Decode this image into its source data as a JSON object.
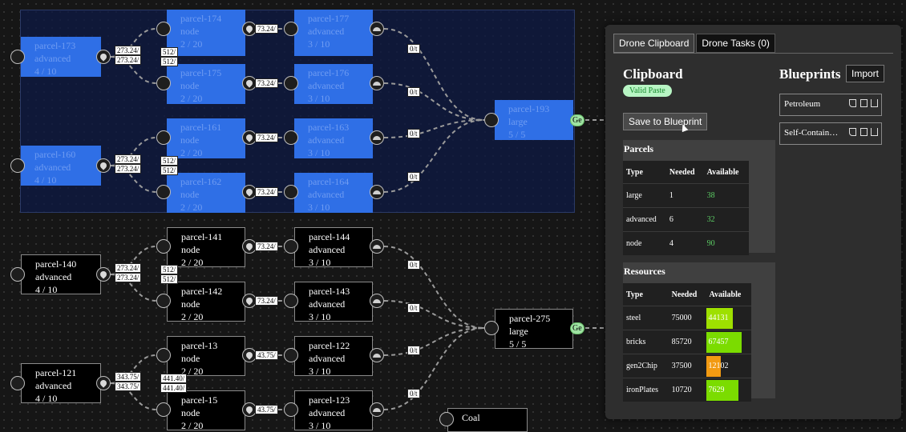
{
  "canvas": {
    "nodes": [
      {
        "id": "n173",
        "name": "parcel-173",
        "type": "advanced",
        "count": "4 / 10",
        "selected": true
      },
      {
        "id": "n174",
        "name": "parcel-174",
        "type": "node",
        "count": "2 / 20",
        "selected": true
      },
      {
        "id": "n175",
        "name": "parcel-175",
        "type": "node",
        "count": "2 / 20",
        "selected": true
      },
      {
        "id": "n177",
        "name": "parcel-177",
        "type": "advanced",
        "count": "3 / 10",
        "selected": true
      },
      {
        "id": "n176",
        "name": "parcel-176",
        "type": "advanced",
        "count": "3 / 10",
        "selected": true
      },
      {
        "id": "n160",
        "name": "parcel-160",
        "type": "advanced",
        "count": "4 / 10",
        "selected": true
      },
      {
        "id": "n161",
        "name": "parcel-161",
        "type": "node",
        "count": "2 / 20",
        "selected": true
      },
      {
        "id": "n162",
        "name": "parcel-162",
        "type": "node",
        "count": "2 / 20",
        "selected": true
      },
      {
        "id": "n163",
        "name": "parcel-163",
        "type": "advanced",
        "count": "3 / 10",
        "selected": true
      },
      {
        "id": "n164",
        "name": "parcel-164",
        "type": "advanced",
        "count": "3 / 10",
        "selected": true
      },
      {
        "id": "n193",
        "name": "parcel-193",
        "type": "large",
        "count": "5 / 5",
        "selected": true
      },
      {
        "id": "n140",
        "name": "parcel-140",
        "type": "advanced",
        "count": "4 / 10",
        "selected": false
      },
      {
        "id": "n141",
        "name": "parcel-141",
        "type": "node",
        "count": "2 / 20",
        "selected": false
      },
      {
        "id": "n142",
        "name": "parcel-142",
        "type": "node",
        "count": "2 / 20",
        "selected": false
      },
      {
        "id": "n144",
        "name": "parcel-144",
        "type": "advanced",
        "count": "3 / 10",
        "selected": false
      },
      {
        "id": "n143",
        "name": "parcel-143",
        "type": "advanced",
        "count": "3 / 10",
        "selected": false
      },
      {
        "id": "n275",
        "name": "parcel-275",
        "type": "large",
        "count": "5 / 5",
        "selected": false
      },
      {
        "id": "n121",
        "name": "parcel-121",
        "type": "advanced",
        "count": "4 / 10",
        "selected": false
      },
      {
        "id": "n13",
        "name": "parcel-13",
        "type": "node",
        "count": "2 / 20",
        "selected": false
      },
      {
        "id": "n15",
        "name": "parcel-15",
        "type": "node",
        "count": "2 / 20",
        "selected": false
      },
      {
        "id": "n122",
        "name": "parcel-122",
        "type": "advanced",
        "count": "3 / 10",
        "selected": false
      },
      {
        "id": "n123",
        "name": "parcel-123",
        "type": "advanced",
        "count": "3 / 10",
        "selected": false
      },
      {
        "id": "ncoal",
        "name": "Coal",
        "type": "",
        "count": "",
        "selected": false
      }
    ],
    "edge_labels": {
      "rate_273": "273.24/",
      "rate_512": "512/",
      "rate_73": "73.24/",
      "rate_0": "0/t",
      "rate_343": "343.75/",
      "rate_441": "441.40/",
      "rate_43": "43.75/"
    },
    "gen_label": "Ge"
  },
  "panel": {
    "tabs": [
      {
        "label": "Drone Clipboard",
        "active": true
      },
      {
        "label": "Drone Tasks (0)",
        "active": false
      }
    ],
    "clipboard_title": "Clipboard",
    "valid_badge": "Valid Paste",
    "save_button": "Save to Blueprint",
    "parcels": {
      "title": "Parcels",
      "headers": [
        "Type",
        "Needed",
        "Available"
      ],
      "rows": [
        {
          "type": "large",
          "needed": "1",
          "available": "38"
        },
        {
          "type": "advanced",
          "needed": "6",
          "available": "32"
        },
        {
          "type": "node",
          "needed": "4",
          "available": "90"
        }
      ]
    },
    "resources": {
      "title": "Resources",
      "headers": [
        "Type",
        "Needed",
        "Available"
      ],
      "rows": [
        {
          "type": "steel",
          "needed": "75000",
          "available": "44131",
          "fill": 0.59,
          "color": "#9ee000"
        },
        {
          "type": "bricks",
          "needed": "85720",
          "available": "67457",
          "fill": 0.79,
          "color": "#7bdc00"
        },
        {
          "type": "gen2Chip",
          "needed": "37500",
          "available": "12102",
          "fill": 0.32,
          "color": "#f29a12"
        },
        {
          "type": "ironPlates",
          "needed": "10720",
          "available": "7629",
          "fill": 0.71,
          "color": "#7bdc00"
        }
      ]
    },
    "blueprints": {
      "title": "Blueprints",
      "import_button": "Import",
      "items": [
        {
          "name": "Petroleum"
        },
        {
          "name": "Self-Contain…"
        }
      ]
    }
  }
}
